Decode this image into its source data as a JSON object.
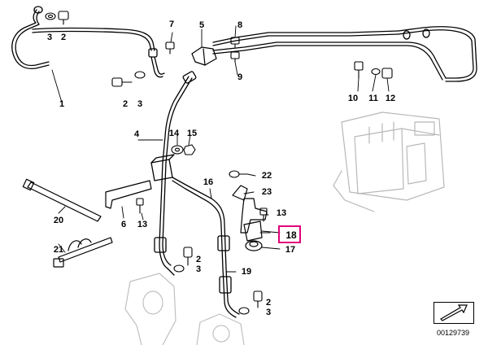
{
  "diagram": {
    "callouts": [
      {
        "id": "c1",
        "text": "1"
      },
      {
        "id": "c2a",
        "text": "2"
      },
      {
        "id": "c3a",
        "text": "3"
      },
      {
        "id": "c2b",
        "text": "2"
      },
      {
        "id": "c3b",
        "text": "3"
      },
      {
        "id": "c4",
        "text": "4"
      },
      {
        "id": "c5",
        "text": "5"
      },
      {
        "id": "c6",
        "text": "6"
      },
      {
        "id": "c7",
        "text": "7"
      },
      {
        "id": "c8",
        "text": "8"
      },
      {
        "id": "c9",
        "text": "9"
      },
      {
        "id": "c10",
        "text": "10"
      },
      {
        "id": "c11",
        "text": "11"
      },
      {
        "id": "c12",
        "text": "12"
      },
      {
        "id": "c13a",
        "text": "13"
      },
      {
        "id": "c13b",
        "text": "13"
      },
      {
        "id": "c14",
        "text": "14"
      },
      {
        "id": "c15",
        "text": "15"
      },
      {
        "id": "c16",
        "text": "16"
      },
      {
        "id": "c17",
        "text": "17"
      },
      {
        "id": "c18",
        "text": "18"
      },
      {
        "id": "c19",
        "text": "19"
      },
      {
        "id": "c20",
        "text": "20"
      },
      {
        "id": "c21",
        "text": "21"
      },
      {
        "id": "c22",
        "text": "22"
      },
      {
        "id": "c23",
        "text": "23"
      },
      {
        "id": "c2c",
        "text": "2"
      },
      {
        "id": "c3c",
        "text": "3"
      },
      {
        "id": "c2d",
        "text": "2"
      },
      {
        "id": "c3d",
        "text": "3"
      }
    ],
    "highlighted_part": "18",
    "diagram_number": "00129739",
    "highlight_color": "#e0007a"
  }
}
